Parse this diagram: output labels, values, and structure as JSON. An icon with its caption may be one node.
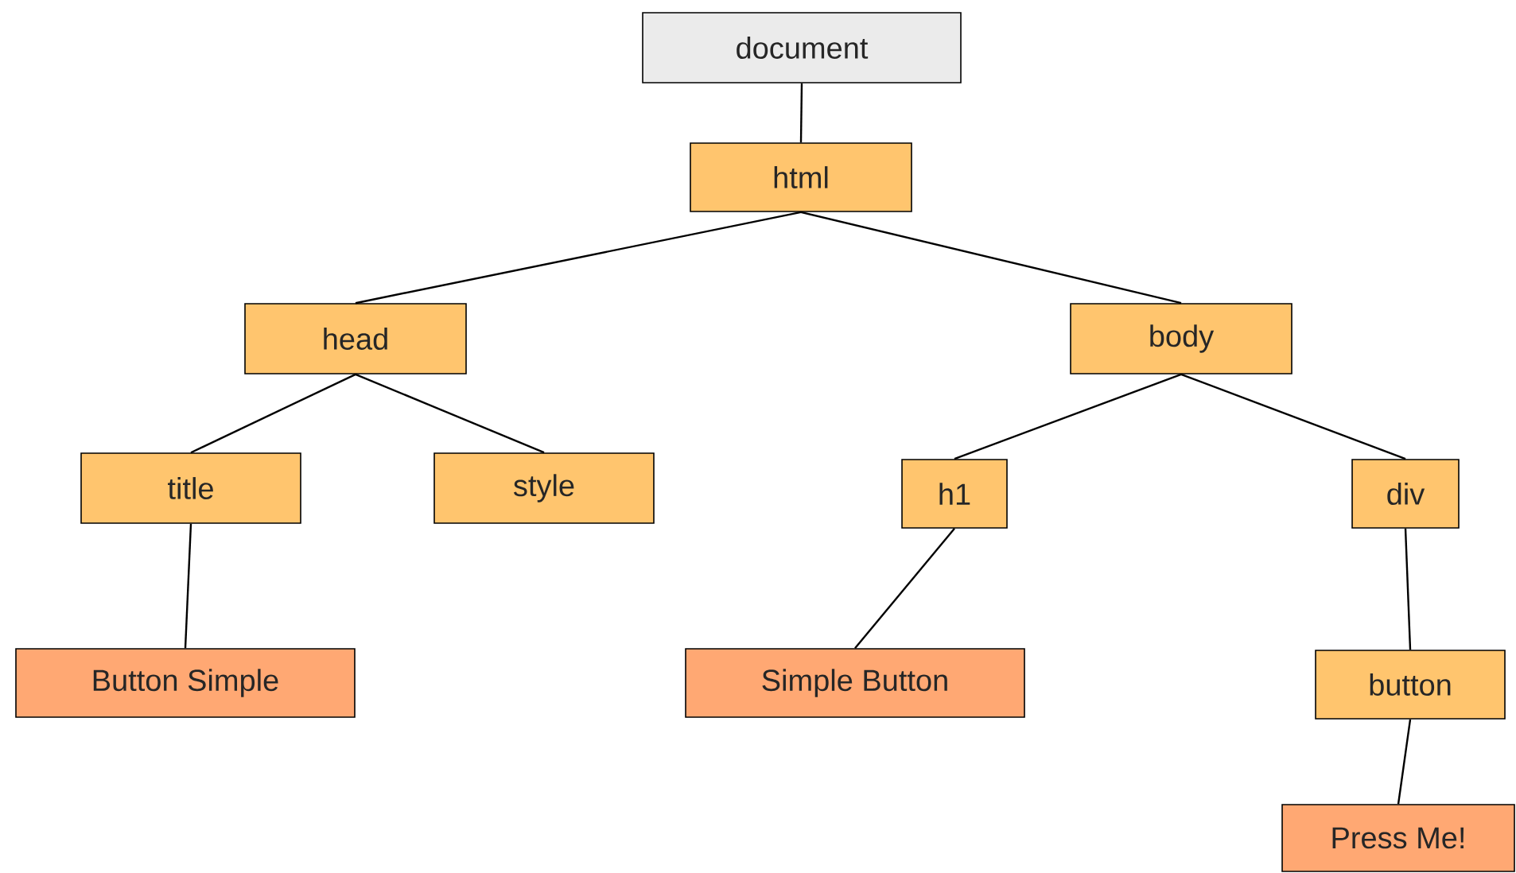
{
  "diagram": {
    "nodes": [
      {
        "text": [
          "document"
        ]
      },
      {
        "text": [
          "html"
        ]
      },
      {
        "text": [
          "head"
        ]
      },
      {
        "text": [
          "body"
        ]
      },
      {
        "text": [
          "title"
        ]
      },
      {
        "text": [
          "style"
        ]
      },
      {
        "text": [
          "h1"
        ]
      },
      {
        "text": [
          "div"
        ]
      },
      {
        "text": [
          "Button Simple"
        ]
      },
      {
        "text": [
          "Simple Button"
        ]
      },
      {
        "text": [
          "button"
        ]
      },
      {
        "text": [
          "Press Me!"
        ]
      }
    ],
    "edges": [
      {
        "from": 0,
        "to": 1,
        "arrow": "none"
      },
      {
        "from": 1,
        "to": 2,
        "arrow": "none"
      },
      {
        "from": 1,
        "to": 3,
        "arrow": "none"
      },
      {
        "from": 2,
        "to": 4,
        "arrow": "none"
      },
      {
        "from": 2,
        "to": 5,
        "arrow": "none"
      },
      {
        "from": 3,
        "to": 6,
        "arrow": "none"
      },
      {
        "from": 3,
        "to": 7,
        "arrow": "none"
      },
      {
        "from": 4,
        "to": 8,
        "arrow": "none"
      },
      {
        "from": 6,
        "to": 9,
        "arrow": "none"
      },
      {
        "from": 7,
        "to": 10,
        "arrow": "none"
      },
      {
        "from": 10,
        "to": 11,
        "arrow": "none"
      }
    ]
  }
}
